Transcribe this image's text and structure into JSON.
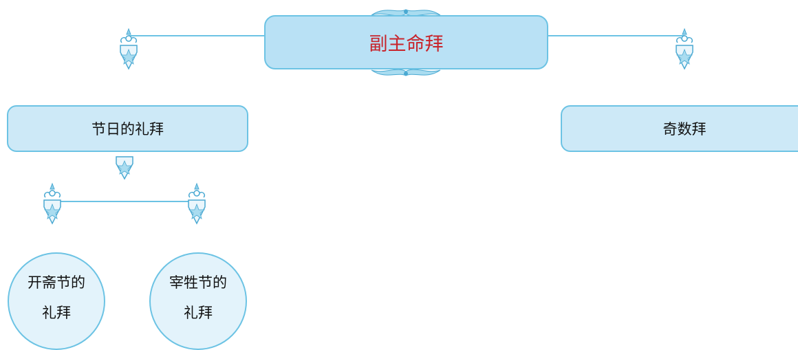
{
  "diagram": {
    "root": {
      "label": "副主命拜"
    },
    "branches": [
      {
        "label": "节日的礼拜"
      },
      {
        "label": "奇数拜"
      }
    ],
    "leaves": [
      {
        "line1": "开斋节的",
        "line2": "礼拜"
      },
      {
        "line1": "宰牲节的",
        "line2": "礼拜"
      }
    ]
  },
  "colors": {
    "connector": "#6cc3e4",
    "root_fill": "#b9e1f5",
    "node_fill": "#cde9f7",
    "root_text": "#c8242b"
  },
  "icons": [
    "ornament-pin-icon",
    "ornament-flourish-icon"
  ]
}
